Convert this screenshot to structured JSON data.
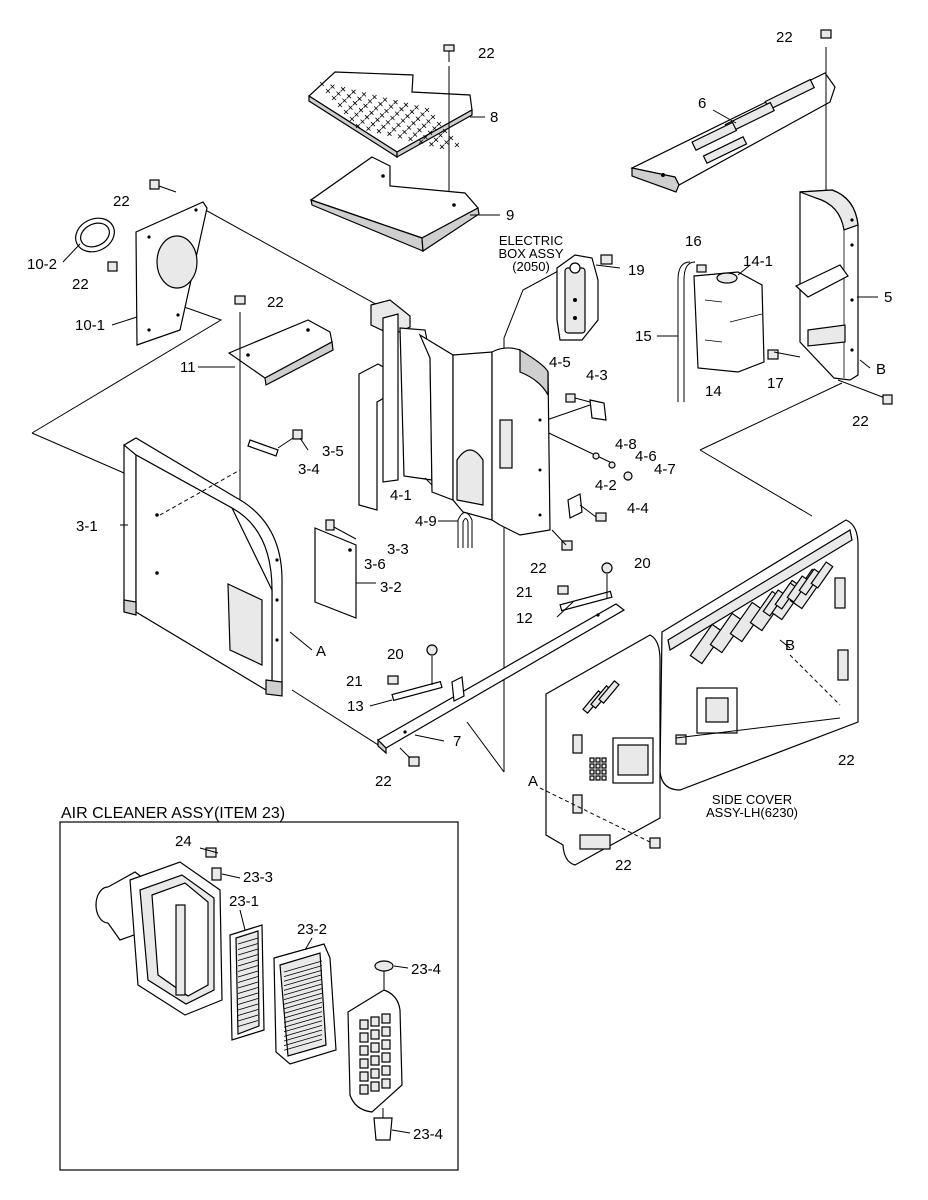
{
  "inset": {
    "title": "AIR CLEANER ASSY(ITEM 23)"
  },
  "captions": {
    "electric_box": [
      "ELECTRIC",
      "BOX ASSY",
      "(2050)"
    ],
    "side_cover": [
      "SIDE COVER",
      "ASSY-LH(6230)"
    ]
  },
  "labels": {
    "l22a": "22",
    "l8": "8",
    "l9": "9",
    "l6": "6",
    "l22b": "22",
    "l22c": "22",
    "l10_2": "10-2",
    "l22d": "22",
    "l10_1": "10-1",
    "l22e": "22",
    "l11": "11",
    "l16": "16",
    "l14_1": "14-1",
    "l19": "19",
    "l5": "5",
    "l15": "15",
    "l14": "14",
    "l17": "17",
    "lB1": "B",
    "l22f": "22",
    "l4_5": "4-5",
    "l4_3": "4-3",
    "l3_5": "3-5",
    "l3_4": "3-4",
    "l4_8": "4-8",
    "l4_6": "4-6",
    "l4_7": "4-7",
    "l4_1": "4-1",
    "l4_2": "4-2",
    "l4_4": "4-4",
    "l3_1": "3-1",
    "l4_9": "4-9",
    "l3_3": "3-3",
    "l3_6": "3-6",
    "l3_2": "3-2",
    "l22g": "22",
    "l20a": "20",
    "l21a": "21",
    "l12": "12",
    "lA1": "A",
    "lB2": "B",
    "l20b": "20",
    "l21b": "21",
    "l13": "13",
    "l7": "7",
    "l22h": "22",
    "l22i": "22",
    "lA2": "A",
    "l22j": "22",
    "l24": "24",
    "l23_3": "23-3",
    "l23_1": "23-1",
    "l23_2": "23-2",
    "l23_4a": "23-4",
    "l23_4b": "23-4"
  }
}
